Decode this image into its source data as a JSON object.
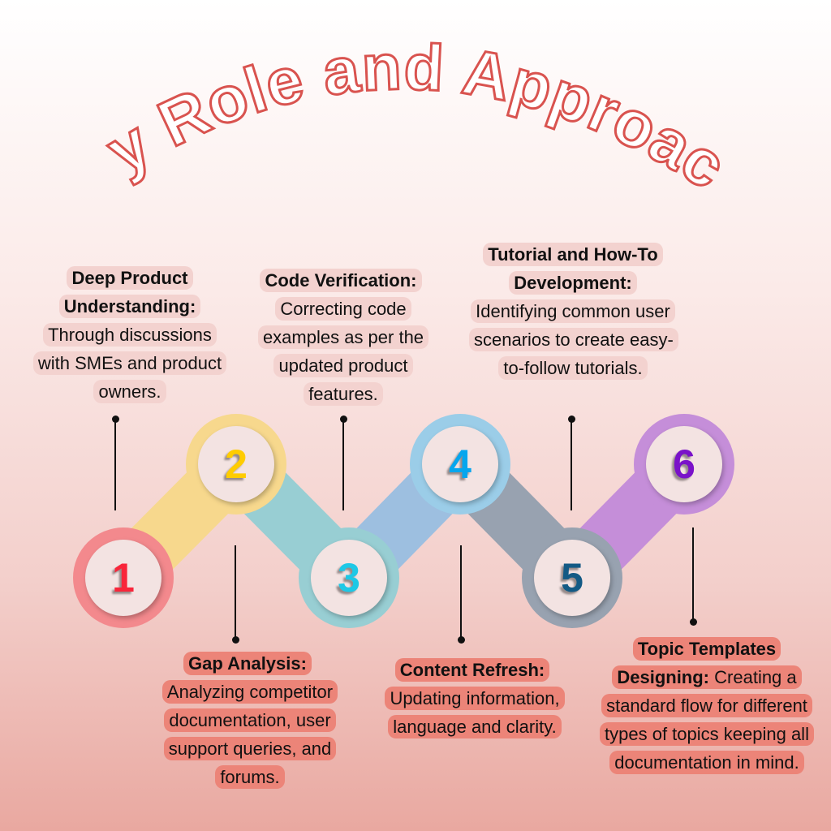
{
  "title": "My Role and Approach",
  "colors": {
    "title_stroke": "#d9534f",
    "top_box": "#f3d2cf",
    "bottom_box": "#ec8478"
  },
  "steps": [
    {
      "number": "1",
      "color": "#f9253a",
      "ring": "#f3898d",
      "heading": "Deep Product Understanding:",
      "body": "Through discussions with SMEs and product owners."
    },
    {
      "number": "2",
      "color": "#ffcc00",
      "ring": "#f7d88d",
      "heading": "Gap Analysis:",
      "body": "Analyzing competitor documentation, user support queries, and forums."
    },
    {
      "number": "3",
      "color": "#1ec8e6",
      "ring": "#98ced3",
      "heading": "Code Verification:",
      "body": "Correcting code examples as per the updated product features."
    },
    {
      "number": "4",
      "color": "#06a6ee",
      "ring": "#9bcde8",
      "heading": "Content Refresh:",
      "body": "Updating information, language and clarity."
    },
    {
      "number": "5",
      "color": "#135a85",
      "ring": "#98a2b0",
      "heading": "Tutorial and How-To Development:",
      "body": "Identifying common user scenarios to create easy-to-follow tutorials."
    },
    {
      "number": "6",
      "color": "#7a12c9",
      "ring": "#c58ed9",
      "heading": "Topic Templates Designing:",
      "body": "Creating a standard flow for different types of topics keeping all documentation in mind."
    }
  ]
}
